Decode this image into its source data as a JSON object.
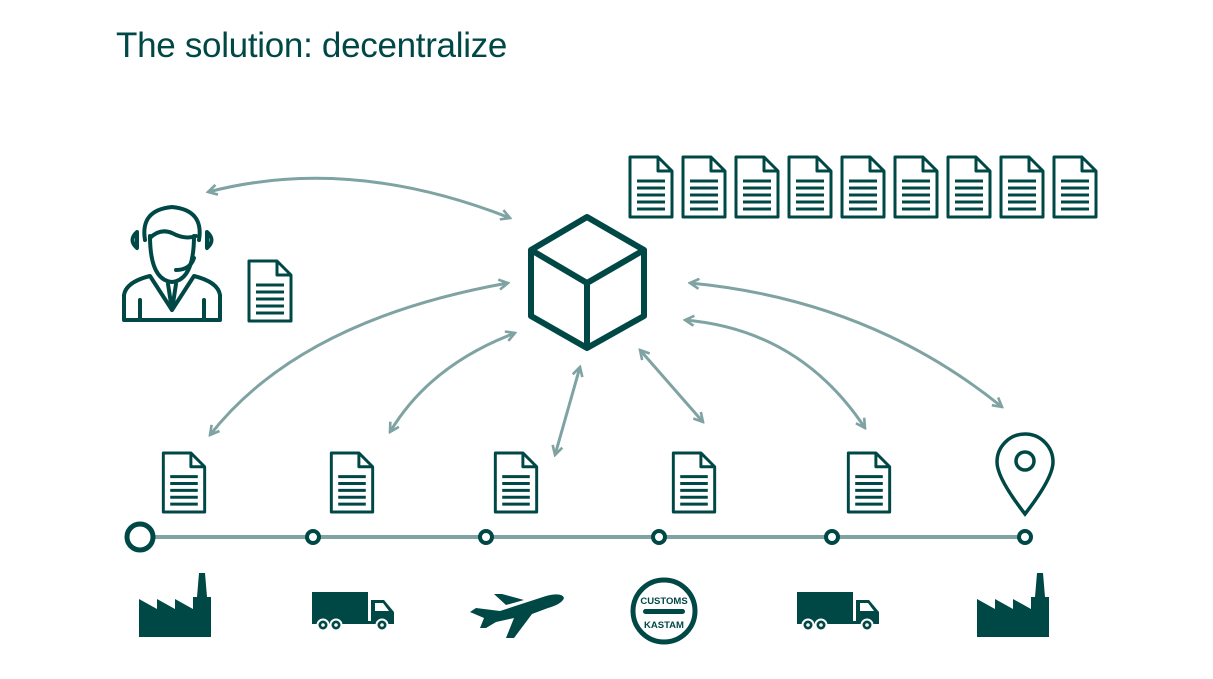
{
  "title": "The solution: decentralize",
  "customs": {
    "top": "CUSTOMS",
    "bottom": "KASTAM"
  },
  "colors": {
    "primary": "#004846",
    "arrow": "#7fa3a3"
  },
  "stages": [
    "factory-icon",
    "truck-icon",
    "airplane-icon",
    "customs-icon",
    "truck-icon",
    "factory-icon"
  ]
}
